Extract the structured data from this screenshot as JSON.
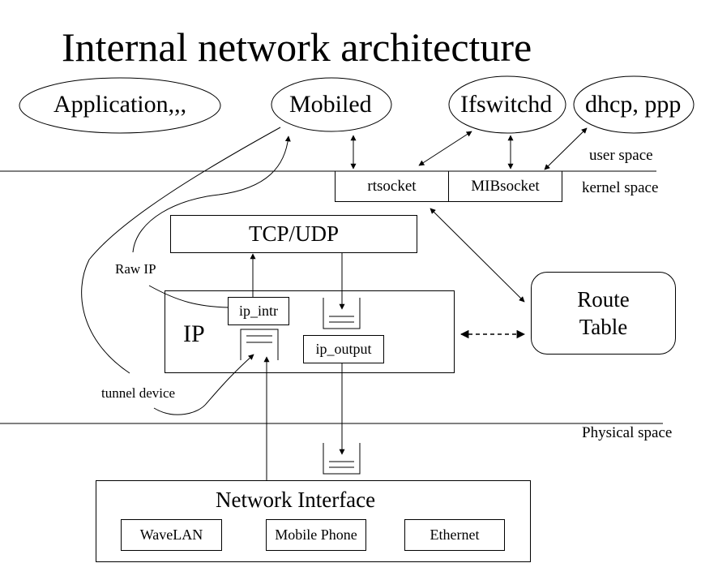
{
  "title": "Internal network architecture",
  "processes": {
    "application": "Application,,,",
    "mobiled": "Mobiled",
    "ifswitchd": "Ifswitchd",
    "dhcp_ppp": "dhcp, ppp"
  },
  "space_labels": {
    "user": "user space",
    "kernel": "kernel space",
    "physical": "Physical space"
  },
  "sockets": {
    "rtsocket": "rtsocket",
    "mibsocket": "MIBsocket"
  },
  "tcp_udp": "TCP/UDP",
  "ip": {
    "label": "IP",
    "ip_intr": "ip_intr",
    "ip_output": "ip_output"
  },
  "route_table": {
    "line1": "Route",
    "line2": "Table"
  },
  "annotations": {
    "raw_ip": "Raw IP",
    "tunnel_device": "tunnel device"
  },
  "network_interface": {
    "label": "Network Interface",
    "devices": [
      "WaveLAN",
      "Mobile Phone",
      "Ethernet"
    ]
  }
}
